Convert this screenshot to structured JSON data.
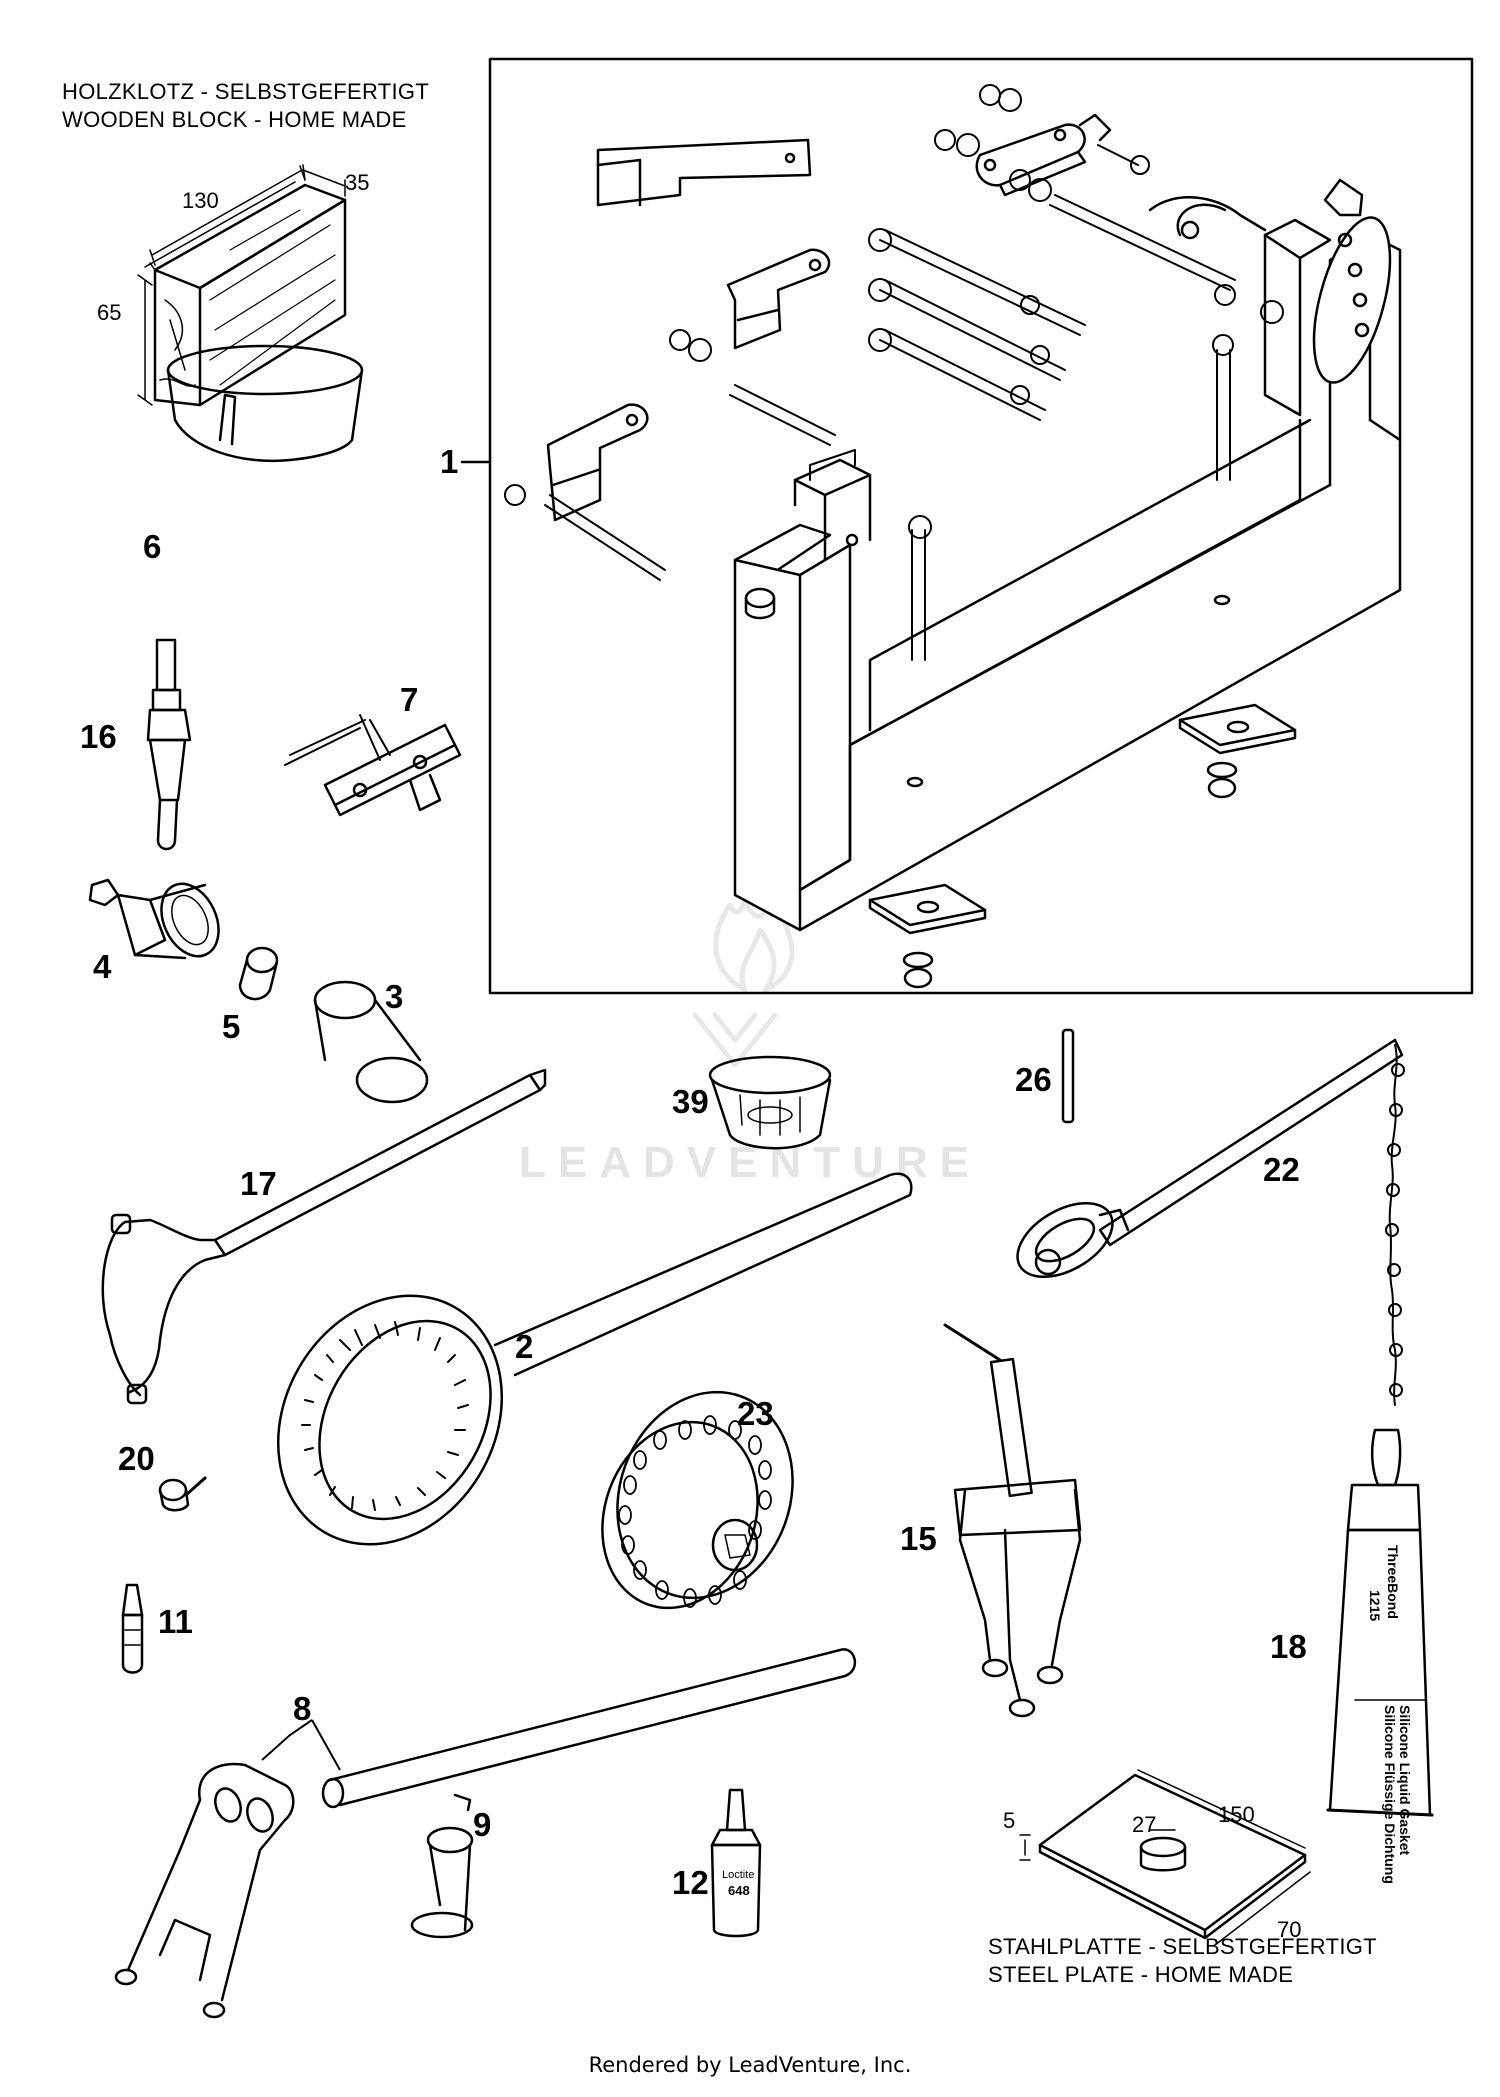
{
  "wooden_block": {
    "caption_de": "HOLZKLOTZ - SELBSTGEFERTIGT",
    "caption_en": "WOODEN BLOCK - HOME MADE",
    "dim_length": "130",
    "dim_width": "35",
    "dim_height": "65"
  },
  "steel_plate": {
    "caption_de": "STAHLPLATTE - SELBSTGEFERTIGT",
    "caption_en": "STEEL PLATE - HOME MADE",
    "dim_thickness": "5",
    "dim_hole": "27",
    "dim_length": "150",
    "dim_width": "70"
  },
  "callouts": [
    "1",
    "6",
    "16",
    "7",
    "4",
    "5",
    "3",
    "39",
    "26",
    "22",
    "17",
    "2",
    "23",
    "20",
    "15",
    "11",
    "18",
    "8",
    "9",
    "12"
  ],
  "tube_texts": {
    "brand": "ThreeBond",
    "number": "1215",
    "desc_1": "Silicone Liquid Gasket",
    "desc_2": "Silicone Flüssige Dichtung"
  },
  "bottle_text": {
    "line1": "Loctite",
    "line2": "648"
  },
  "watermark": "LEADVENTURE",
  "footer": "Rendered by LeadVenture, Inc."
}
